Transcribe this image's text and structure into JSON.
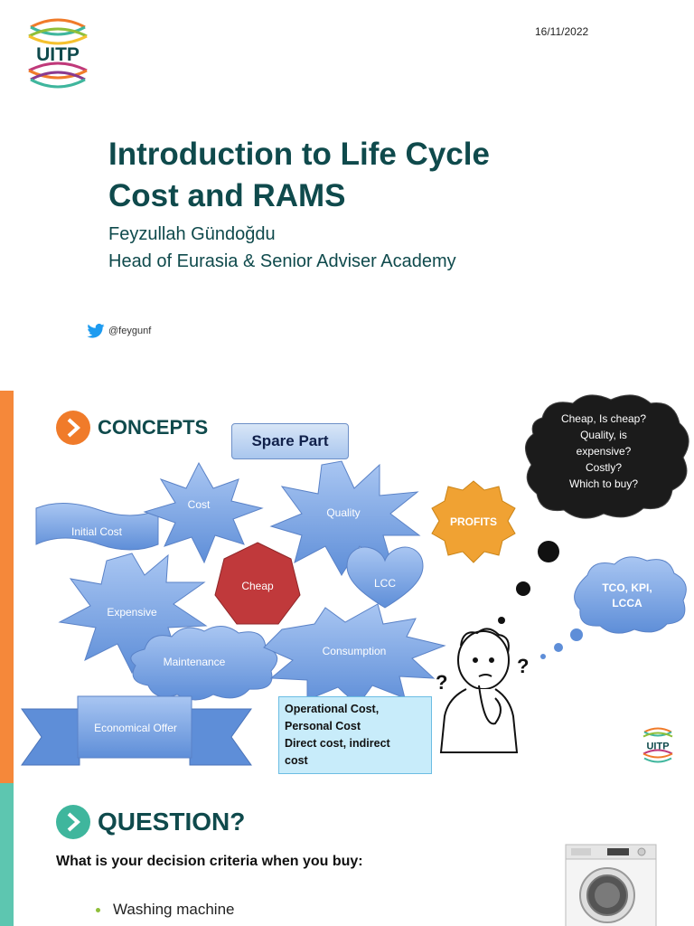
{
  "slide1": {
    "logo_text": "UITP",
    "date": "16/11/2022",
    "title_line1": "Introduction to Life Cycle",
    "title_line2": "Cost and RAMS",
    "author": "Feyzullah Gündoğdu",
    "role": "Head of Eurasia & Senior Adviser Academy",
    "twitter_handle": "@feygunf"
  },
  "slide2": {
    "heading": "CONCEPTS",
    "spare_part": "Spare Part",
    "shapes": {
      "initial_cost": "Initial Cost",
      "cost": "Cost",
      "quality": "Quality",
      "profits": "PROFITS",
      "cheap": "Cheap",
      "lcc": "LCC",
      "expensive": "Expensive",
      "maintenance": "Maintenance",
      "consumption": "Consumption",
      "economical_offer": "Economical Offer"
    },
    "operational_box": {
      "line1": "Operational Cost,",
      "line2": "Personal Cost",
      "line3": "Direct cost, indirect",
      "line4": "cost"
    },
    "thought_bubble": {
      "line1": "Cheap, Is cheap?",
      "line2": "Quality, is",
      "line3": "expensive?",
      "line4": "Costly?",
      "line5": "Which to buy?"
    },
    "tco_cloud": {
      "line1": "TCO, KPI,",
      "line2": "LCCA"
    },
    "small_logo_text": "UITP",
    "colors": {
      "accent_orange": "#f5883a",
      "shape_blue": "#7fa8e6",
      "cheap_red": "#c0393b",
      "profits_orange": "#f0a233"
    }
  },
  "slide3": {
    "heading": "QUESTION?",
    "criteria": "What is your decision criteria when you buy:",
    "bullet1": "Washing machine",
    "colors": {
      "accent_teal": "#5dc6b0"
    }
  }
}
